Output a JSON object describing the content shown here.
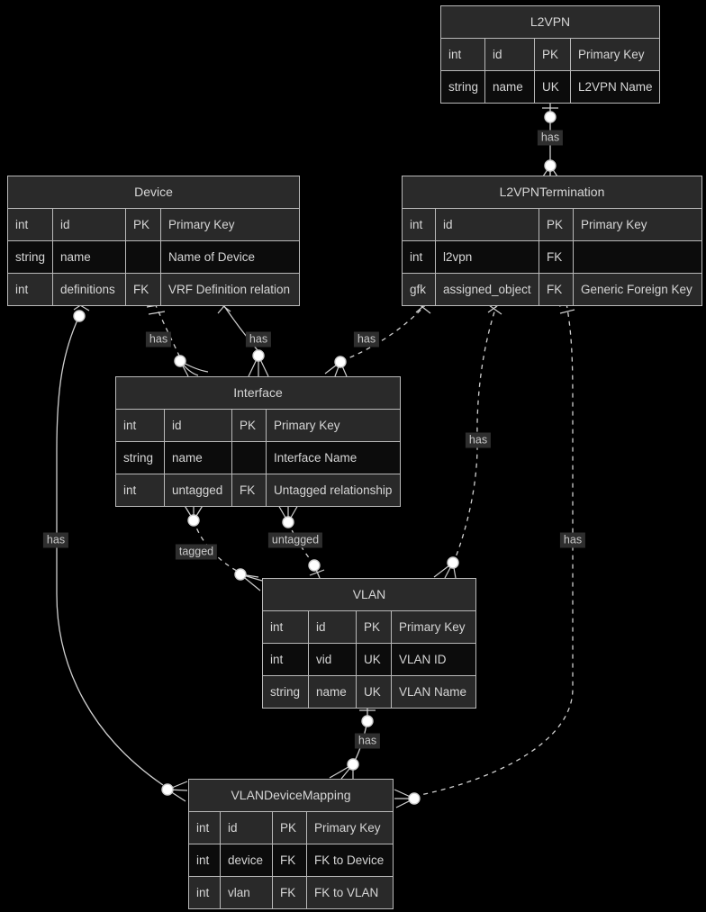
{
  "colors": {
    "background": "#000000",
    "table-header-bg": "#2a2a2a",
    "row-odd-bg": "#292929",
    "row-even-bg": "#0c0c0c",
    "border": "#b9b9b9",
    "text": "#d6d6d6",
    "edge": "#cfcfcf",
    "label-bg": "#2e2e2e",
    "label-text": "#c9c9c9",
    "node-fill": "#ffffff"
  },
  "entities": [
    {
      "name": "L2VPN",
      "rows": [
        [
          "int",
          "id",
          "PK",
          "Primary Key"
        ],
        [
          "string",
          "name",
          "UK",
          "L2VPN Name"
        ]
      ]
    },
    {
      "name": "Device",
      "rows": [
        [
          "int",
          "id",
          "PK",
          "Primary Key"
        ],
        [
          "string",
          "name",
          "",
          "Name of Device"
        ],
        [
          "int",
          "definitions",
          "FK",
          "VRF Definition relation"
        ]
      ]
    },
    {
      "name": "L2VPNTermination",
      "rows": [
        [
          "int",
          "id",
          "PK",
          "Primary Key"
        ],
        [
          "int",
          "l2vpn",
          "FK",
          ""
        ],
        [
          "gfk",
          "assigned_object",
          "FK",
          "Generic Foreign Key"
        ]
      ]
    },
    {
      "name": "Interface",
      "rows": [
        [
          "int",
          "id",
          "PK",
          "Primary Key"
        ],
        [
          "string",
          "name",
          "",
          "Interface Name"
        ],
        [
          "int",
          "untagged",
          "FK",
          "Untagged relationship"
        ]
      ]
    },
    {
      "name": "VLAN",
      "rows": [
        [
          "int",
          "id",
          "PK",
          "Primary Key"
        ],
        [
          "int",
          "vid",
          "UK",
          "VLAN ID"
        ],
        [
          "string",
          "name",
          "UK",
          "VLAN Name"
        ]
      ]
    },
    {
      "name": "VLANDeviceMapping",
      "rows": [
        [
          "int",
          "id",
          "PK",
          "Primary Key"
        ],
        [
          "int",
          "device",
          "FK",
          "FK to Device"
        ],
        [
          "int",
          "vlan",
          "FK",
          "FK to VLAN"
        ]
      ]
    }
  ],
  "relationships": [
    {
      "from": "L2VPN",
      "to": "L2VPNTermination",
      "label": "has",
      "line": "solid"
    },
    {
      "from": "Device",
      "to": "Interface",
      "label": "has",
      "line": "dashed"
    },
    {
      "from": "Device",
      "to": "Interface",
      "label": "has",
      "line": "solid"
    },
    {
      "from": "L2VPNTermination",
      "to": "Interface",
      "label": "has",
      "line": "dashed"
    },
    {
      "from": "L2VPNTermination",
      "to": "VLAN",
      "label": "has",
      "line": "dashed"
    },
    {
      "from": "Device",
      "to": "VLANDeviceMapping",
      "label": "has",
      "line": "solid"
    },
    {
      "from": "L2VPNTermination",
      "to": "VLANDeviceMapping",
      "label": "has",
      "line": "dashed"
    },
    {
      "from": "Interface",
      "to": "VLAN",
      "label": "tagged",
      "line": "dashed"
    },
    {
      "from": "Interface",
      "to": "VLAN",
      "label": "untagged",
      "line": "dashed"
    },
    {
      "from": "VLAN",
      "to": "VLANDeviceMapping",
      "label": "has",
      "line": "solid"
    }
  ]
}
